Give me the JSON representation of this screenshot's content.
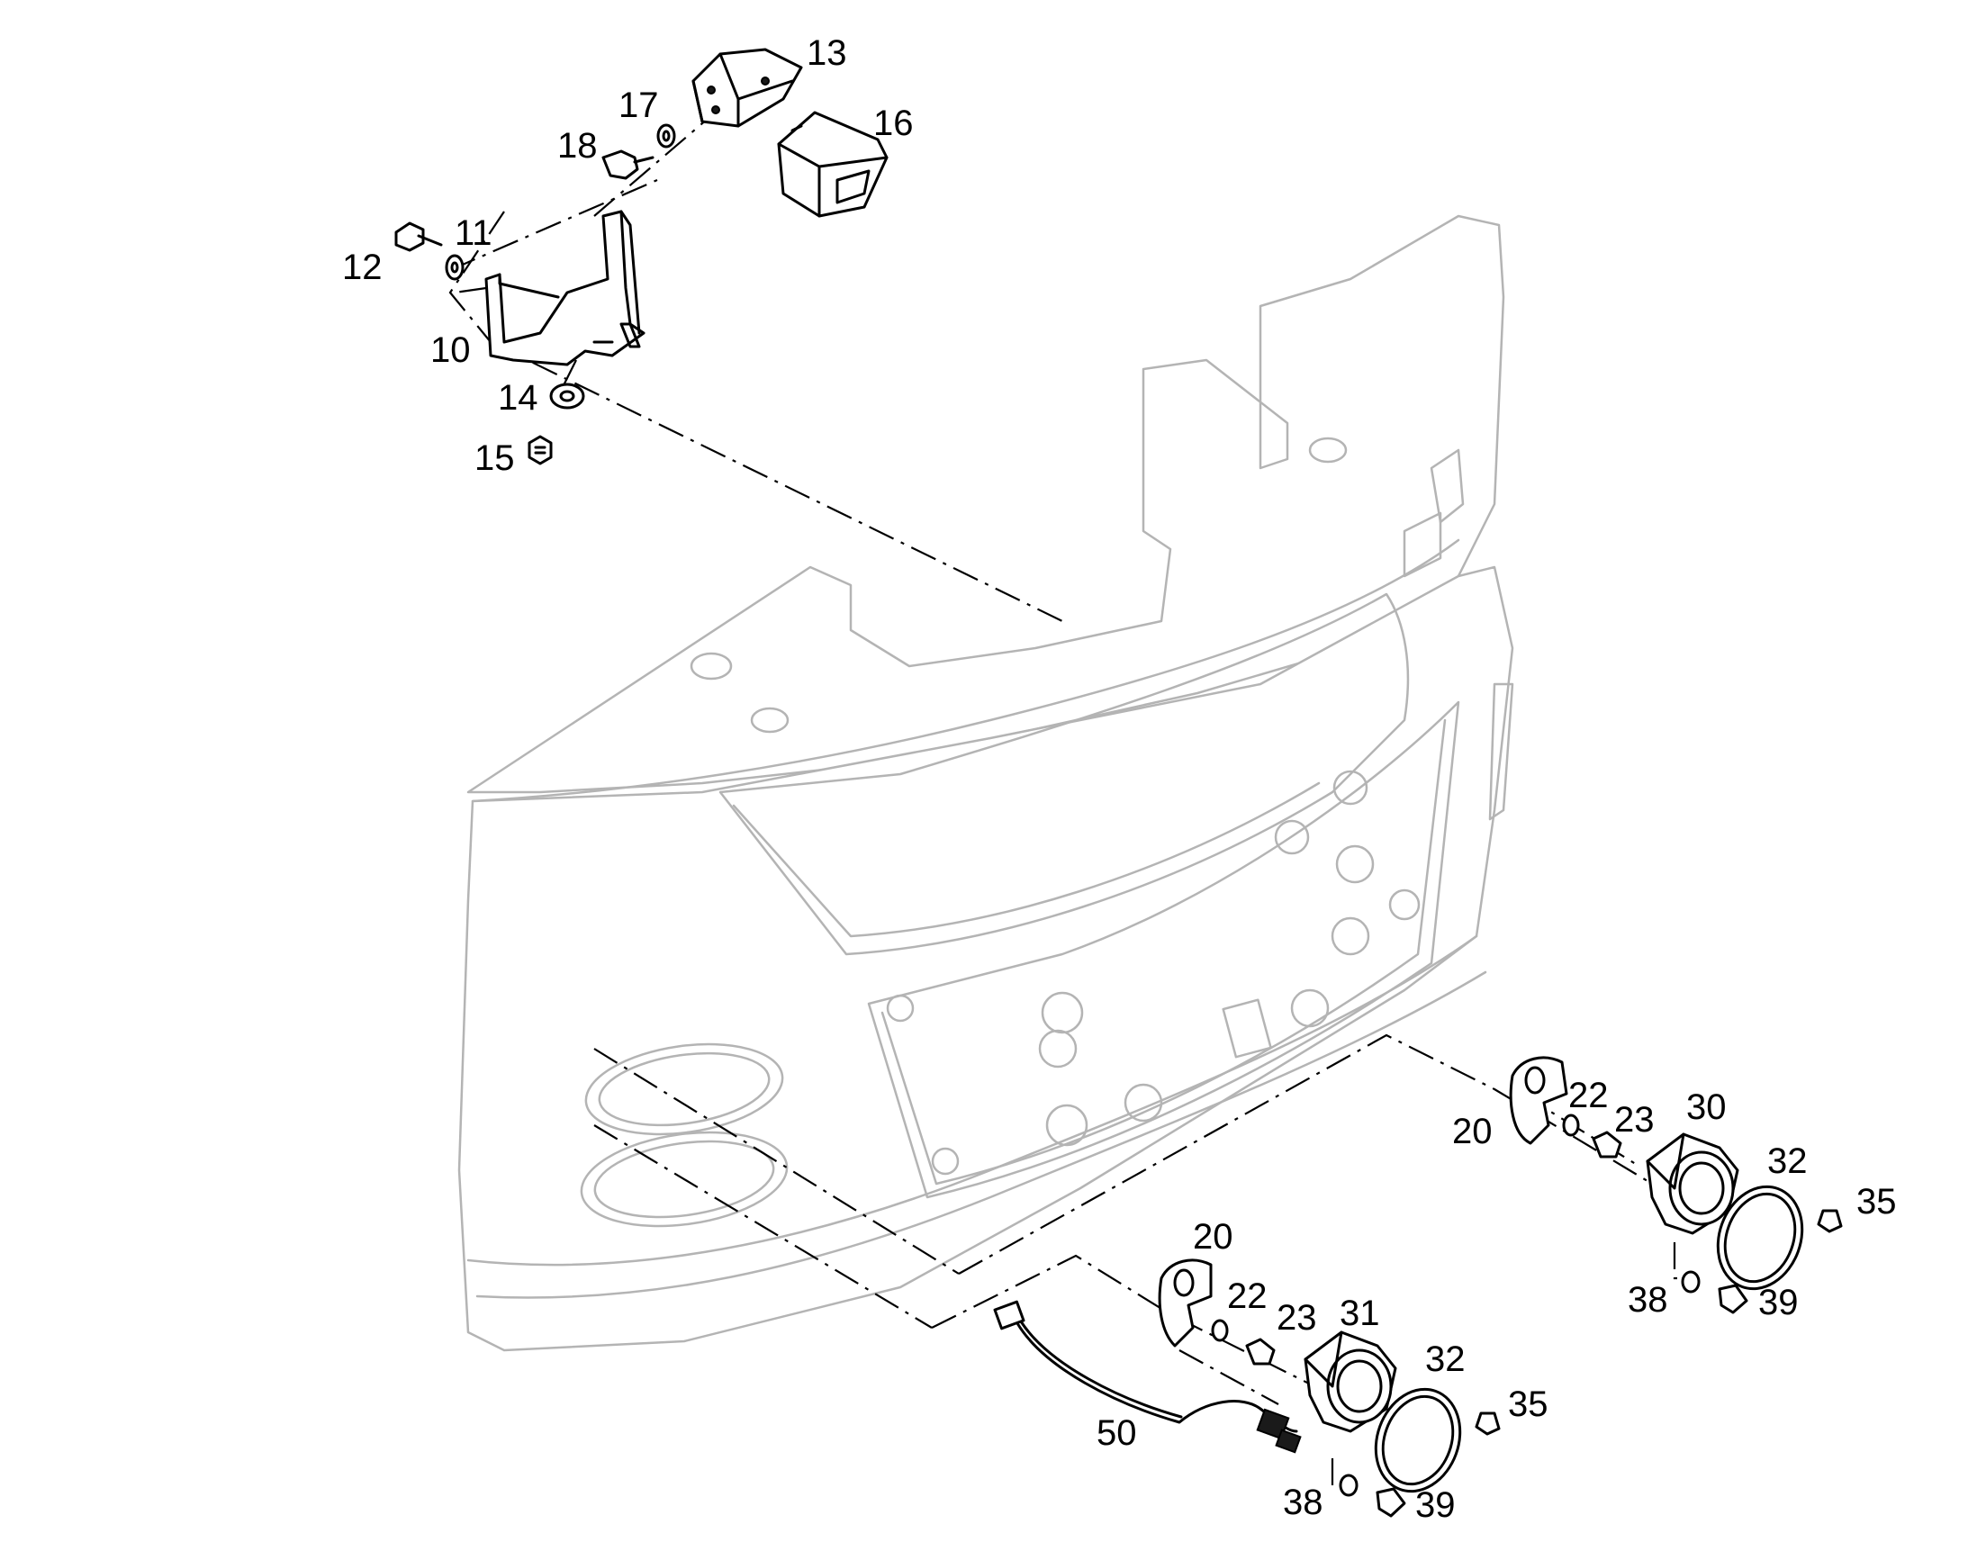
{
  "callouts": [
    {
      "id": "13",
      "label": "13"
    },
    {
      "id": "17",
      "label": "17"
    },
    {
      "id": "16",
      "label": "16"
    },
    {
      "id": "18",
      "label": "18"
    },
    {
      "id": "11",
      "label": "11"
    },
    {
      "id": "12",
      "label": "12"
    },
    {
      "id": "10",
      "label": "10"
    },
    {
      "id": "14",
      "label": "14"
    },
    {
      "id": "15",
      "label": "15"
    },
    {
      "id": "20a",
      "label": "20"
    },
    {
      "id": "22a",
      "label": "22"
    },
    {
      "id": "23a",
      "label": "23"
    },
    {
      "id": "30",
      "label": "30"
    },
    {
      "id": "32a",
      "label": "32"
    },
    {
      "id": "35a",
      "label": "35"
    },
    {
      "id": "38a",
      "label": "38"
    },
    {
      "id": "39a",
      "label": "39"
    },
    {
      "id": "20b",
      "label": "20"
    },
    {
      "id": "22b",
      "label": "22"
    },
    {
      "id": "23b",
      "label": "23"
    },
    {
      "id": "31",
      "label": "31"
    },
    {
      "id": "32b",
      "label": "32"
    },
    {
      "id": "35b",
      "label": "35"
    },
    {
      "id": "50",
      "label": "50"
    },
    {
      "id": "38b",
      "label": "38"
    },
    {
      "id": "39b",
      "label": "39"
    }
  ]
}
